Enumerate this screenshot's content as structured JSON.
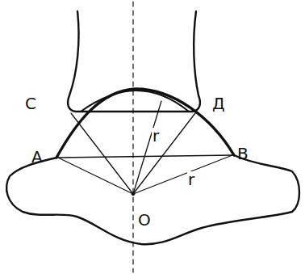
{
  "diagram": {
    "labels": [
      "С",
      "Д",
      "А",
      "В",
      "r",
      "r",
      "О"
    ]
  }
}
